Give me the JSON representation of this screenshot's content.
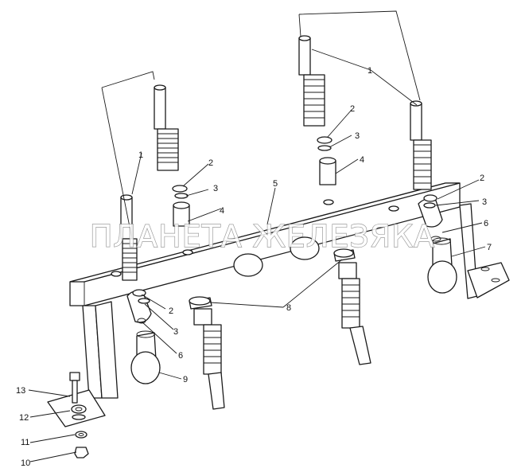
{
  "diagram": {
    "watermark": "ПЛАНЕТА ЖЕЛЕЗЯКА",
    "callouts": [
      "1",
      "2",
      "3",
      "4",
      "5",
      "6",
      "7",
      "8",
      "9",
      "10",
      "11",
      "12",
      "13"
    ]
  }
}
